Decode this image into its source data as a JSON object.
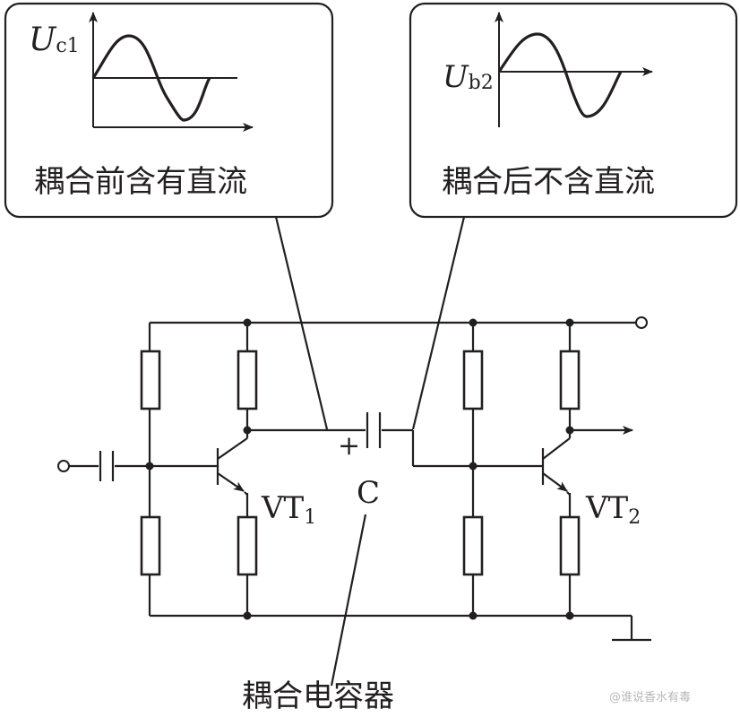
{
  "left_box": {
    "signal_symbol": "U",
    "signal_subscript": "c1",
    "caption": "耦合前含有直流"
  },
  "right_box": {
    "signal_symbol": "U",
    "signal_subscript": "b2",
    "caption": "耦合后不含直流"
  },
  "components": {
    "transistor1_name": "VT",
    "transistor1_index": "1",
    "transistor2_name": "VT",
    "transistor2_index": "2",
    "capacitor_label": "C",
    "capacitor_polarity": "+"
  },
  "bottom_caption": "耦合电容器",
  "watermark": "@谁说香水有毒"
}
